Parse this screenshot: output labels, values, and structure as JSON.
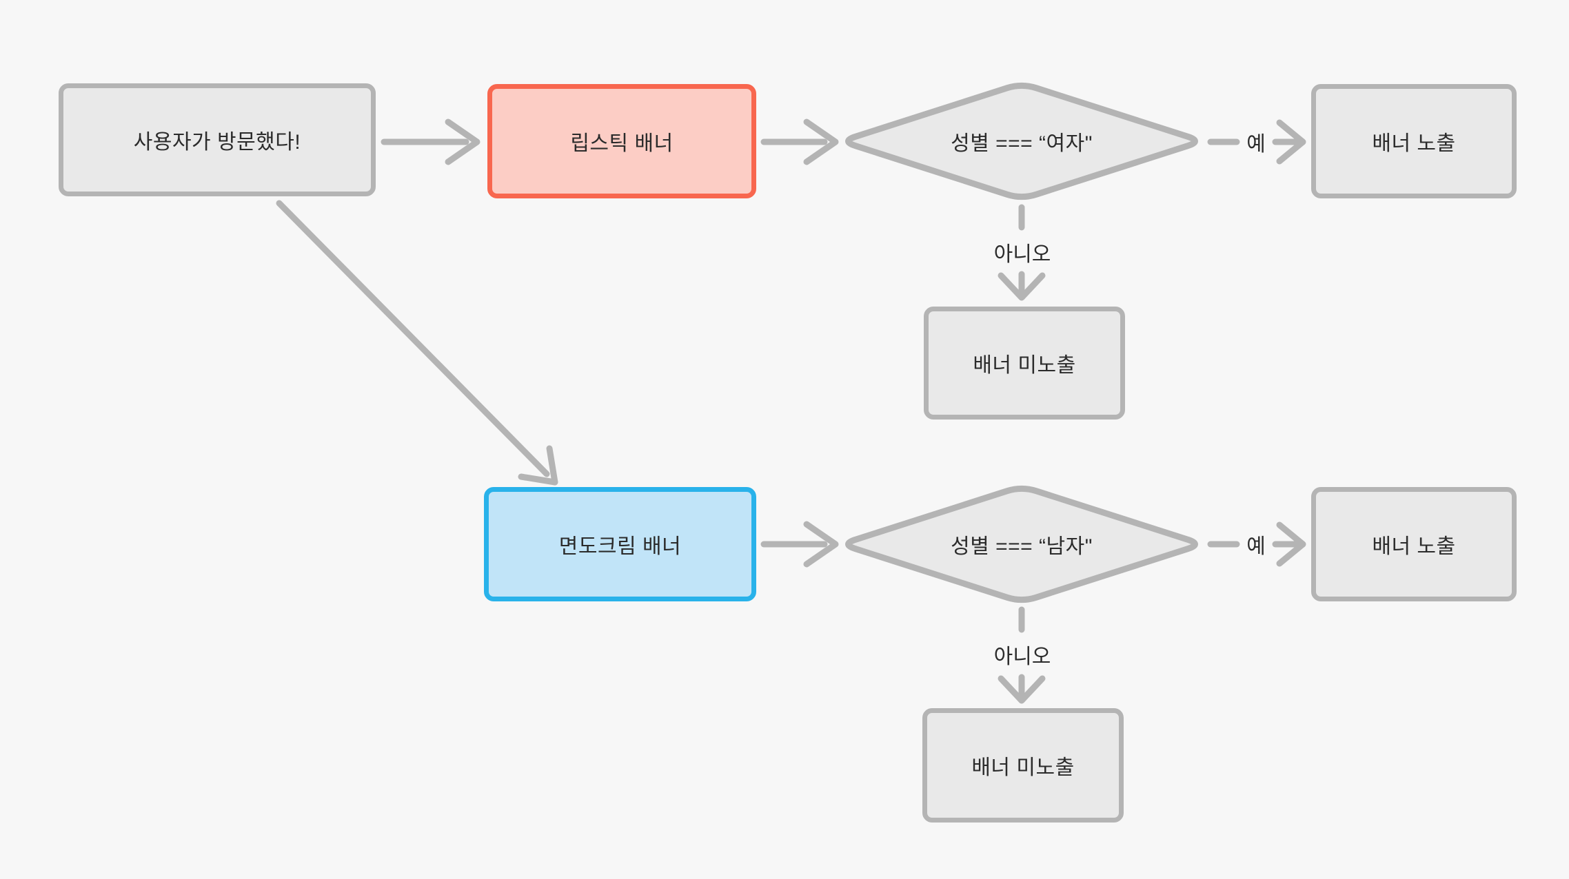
{
  "diagram": {
    "title": "banner exposure flowchart",
    "nodes": {
      "visit": {
        "label": "사용자가 방문했다!"
      },
      "lipstick": {
        "label": "립스틱 배너"
      },
      "female_check": {
        "label": "성별 === “여자\""
      },
      "show_top": {
        "label": "배너 노출"
      },
      "hide_top": {
        "label": "배너 미노출"
      },
      "shaving": {
        "label": "면도크림 배너"
      },
      "male_check": {
        "label": "성별 === “남자\""
      },
      "show_bottom": {
        "label": "배너 노출"
      },
      "hide_bottom": {
        "label": "배너 미노출"
      }
    },
    "edge_labels": {
      "yes_top": "예",
      "no_top": "아니오",
      "yes_bottom": "예",
      "no_bottom": "아니오"
    },
    "colors": {
      "background": "#f7f7f7",
      "node_fill": "#e9e9e9",
      "node_border": "#b4b4b4",
      "connector": "#b4b4b4",
      "red_fill": "#fccdc5",
      "red_border": "#f8674f",
      "blue_fill": "#c1e4f8",
      "blue_border": "#29b2ea",
      "text": "#2b2b2b"
    }
  }
}
